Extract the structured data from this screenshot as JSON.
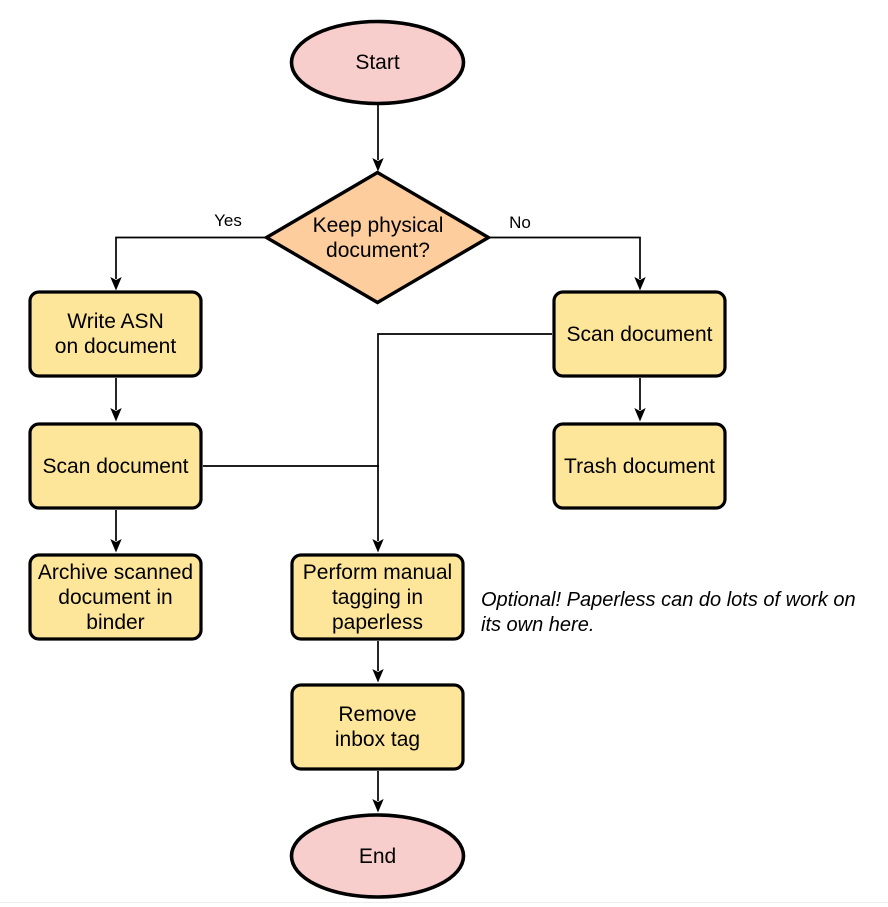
{
  "diagram": {
    "type": "flowchart",
    "background": "#ffffff",
    "colors": {
      "terminator_fill": "#f8cecc",
      "decision_fill": "#fdcd9e",
      "process_fill": "#fde69a",
      "stroke": "#000000",
      "connector": "#000000",
      "text": "#000000"
    },
    "nodes": {
      "start": {
        "shape": "ellipse",
        "lines": [
          "Start"
        ]
      },
      "decision": {
        "shape": "diamond",
        "lines": [
          "Keep physical",
          "document?"
        ]
      },
      "write_asn": {
        "shape": "rounded-rect",
        "lines": [
          "Write ASN",
          "on document"
        ]
      },
      "scan_left": {
        "shape": "rounded-rect",
        "lines": [
          "Scan document"
        ]
      },
      "archive": {
        "shape": "rounded-rect",
        "lines": [
          "Archive scanned",
          "document in",
          "binder"
        ]
      },
      "scan_right": {
        "shape": "rounded-rect",
        "lines": [
          "Scan document"
        ]
      },
      "trash": {
        "shape": "rounded-rect",
        "lines": [
          "Trash document"
        ]
      },
      "tagging": {
        "shape": "rounded-rect",
        "lines": [
          "Perform manual",
          "tagging in",
          "paperless"
        ]
      },
      "remove_inbox": {
        "shape": "rounded-rect",
        "lines": [
          "Remove",
          "inbox tag"
        ]
      },
      "end": {
        "shape": "ellipse",
        "lines": [
          "End"
        ]
      }
    },
    "edges": [
      {
        "from": "start",
        "to": "decision",
        "label": ""
      },
      {
        "from": "decision",
        "to": "write_asn",
        "label": "Yes"
      },
      {
        "from": "decision",
        "to": "scan_right",
        "label": "No"
      },
      {
        "from": "write_asn",
        "to": "scan_left",
        "label": ""
      },
      {
        "from": "scan_left",
        "to": "archive",
        "label": ""
      },
      {
        "from": "scan_left",
        "to": "tagging",
        "label": ""
      },
      {
        "from": "scan_right",
        "to": "trash",
        "label": ""
      },
      {
        "from": "scan_right",
        "to": "tagging",
        "label": ""
      },
      {
        "from": "tagging",
        "to": "remove_inbox",
        "label": ""
      },
      {
        "from": "remove_inbox",
        "to": "end",
        "label": ""
      }
    ],
    "annotation": {
      "lines": [
        "Optional! Paperless can do lots of work on",
        "its own here."
      ]
    }
  }
}
